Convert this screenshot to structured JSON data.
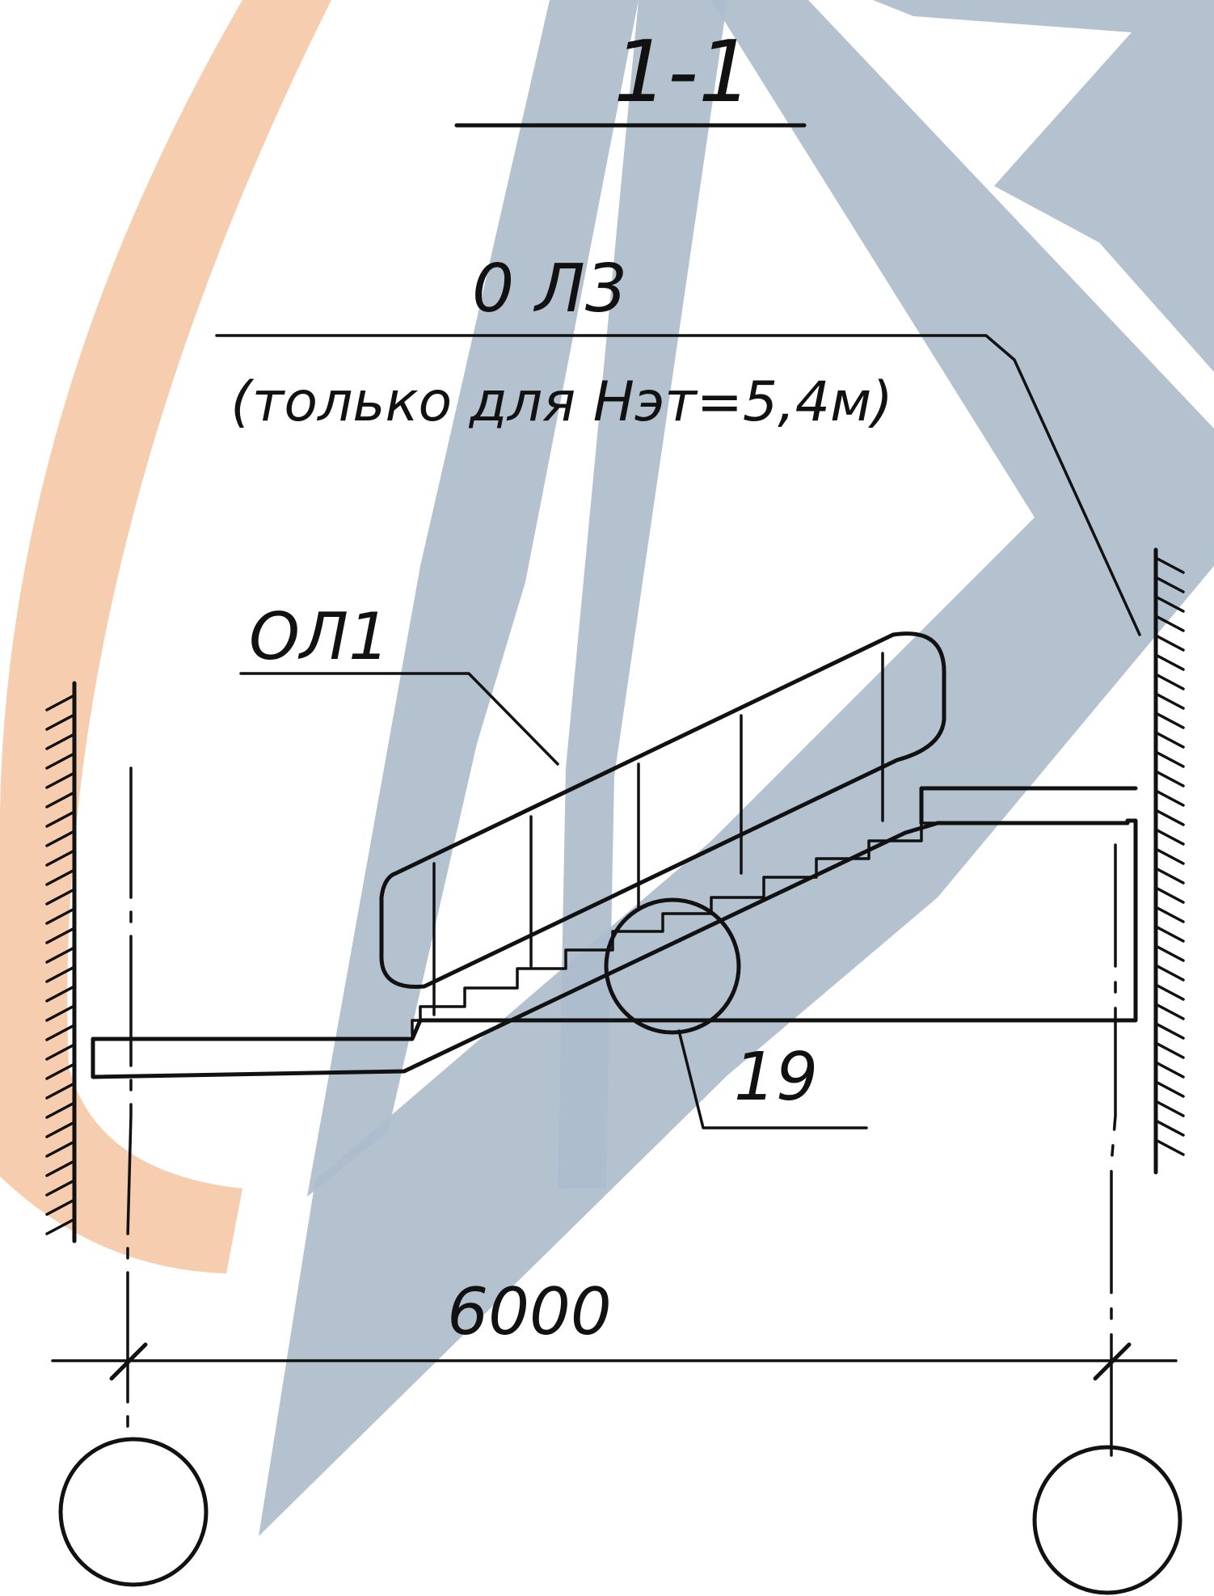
{
  "title": "1-1",
  "labels": {
    "upper_mark": "0 Л3",
    "upper_note": "(только для Нэт=5,4м)",
    "flight_mark": "ОЛ1",
    "node_mark": "19",
    "span_dimension": "6000"
  },
  "colors": {
    "ink": "#111111",
    "watermark_orange": "#f5c9a6",
    "watermark_blue": "#aebdcc",
    "background": "#ffffff"
  }
}
